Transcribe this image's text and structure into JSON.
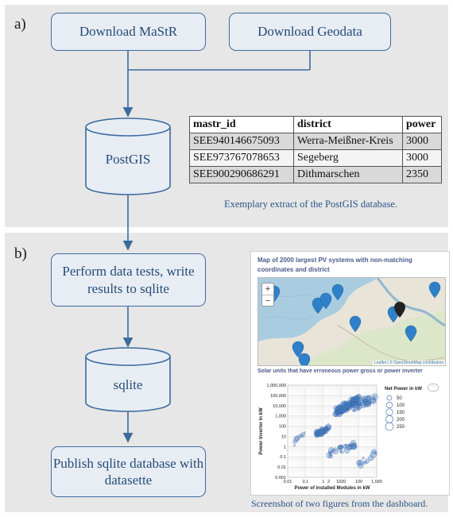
{
  "panels": {
    "a_label": "a)",
    "b_label": "b)"
  },
  "boxes": {
    "download_mastr": "Download MaStR",
    "download_geodata": "Download Geodata",
    "perform_tests": "Perform data tests, write results to sqlite",
    "publish": "Publish sqlite database with datasette"
  },
  "databases": {
    "postgis": "PostGIS",
    "sqlite": "sqlite"
  },
  "table": {
    "headers": [
      "mastr_id",
      "district",
      "power"
    ],
    "rows": [
      [
        "SEE940146675093",
        "Werra-Meißner-Kreis",
        "3000"
      ],
      [
        "SEE973767078653",
        "Segeberg",
        "3000"
      ],
      [
        "SEE900290686291",
        "Dithmarschen",
        "2350"
      ]
    ],
    "caption": "Exemplary extract of the PostGIS database."
  },
  "dashboard": {
    "map_title": "Map of 2000 largest PV systems with non-matching coordinates and district",
    "zoom_in": "+",
    "zoom_out": "−",
    "attribution": "Leaflet | © OpenStreetMap contributors",
    "scatter_title": "Solar units that have erroneous power gross or power inverter",
    "menu": "···",
    "caption": "Screenshot of two figures from the dashboard."
  },
  "chart_data": {
    "type": "scatter",
    "title": "Solar units that have erroneous power gross or power inverter",
    "xlabel": "Power of installed Modules in kW",
    "ylabel": "Power Inverter in kW",
    "scale": "log",
    "x_ticks": [
      "0.01",
      "0.1",
      "1",
      "2",
      "1020",
      "100",
      "1,000"
    ],
    "y_ticks": [
      "1,000,000",
      "100,000",
      "10,000",
      "1,000",
      "100",
      "10",
      "1",
      "0.1",
      "0.01",
      "0.001"
    ],
    "legend_title": "Net Power in kW",
    "legend_items": [
      "50",
      "100",
      "150",
      "200",
      "250"
    ],
    "grid": true,
    "clusters": [
      {
        "x": [
          0.4,
          2
        ],
        "y": [
          10,
          100
        ],
        "n": 60
      },
      {
        "x": [
          5,
          100
        ],
        "y": [
          1000,
          100000
        ],
        "n": 160
      },
      {
        "x": [
          50,
          800
        ],
        "y": [
          2000,
          200000
        ],
        "n": 40
      },
      {
        "x": [
          2,
          60
        ],
        "y": [
          0.1,
          3
        ],
        "n": 30
      },
      {
        "x": [
          0.02,
          0.1
        ],
        "y": [
          1,
          30
        ],
        "n": 8
      },
      {
        "x": [
          100,
          1000
        ],
        "y": [
          0.01,
          0.5
        ],
        "n": 12
      }
    ]
  }
}
